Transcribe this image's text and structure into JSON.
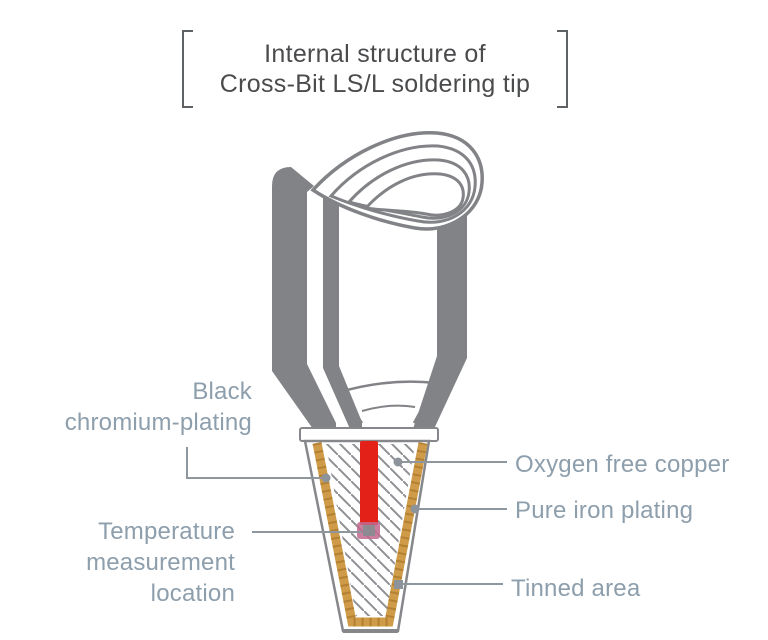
{
  "title": {
    "line1": "Internal structure of",
    "line2": "Cross-Bit LS/L soldering tip"
  },
  "labels": {
    "black_chromium": "Black\nchromium-plating",
    "temperature": "Temperature\nmeasurement\nlocation",
    "oxygen": "Oxygen free copper",
    "pure_iron": "Pure iron plating",
    "tinned": "Tinned area"
  },
  "colors": {
    "title_text": "#4a4b4d",
    "label_text": "#8d9eac",
    "body_gray": "#828386",
    "outline_gray": "#85878a",
    "copper_band": "#d09b48",
    "copper_band_dark": "#a8782c",
    "heater_red": "#e32119",
    "sensor_pink": "#c2688e",
    "sensor_gray": "#8e8a92",
    "leader_line": "#8e979e",
    "marker_gray": "#8d939b",
    "hatch_line": "#8f9094",
    "background": "#ffffff"
  }
}
